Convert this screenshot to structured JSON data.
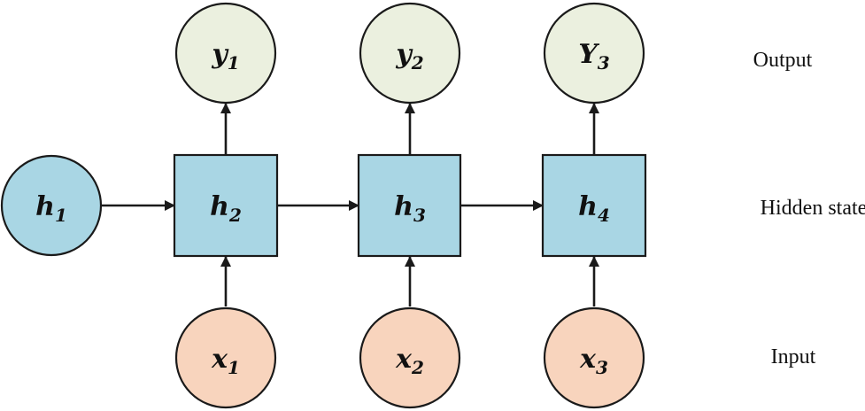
{
  "colors": {
    "output_fill": "#ebf0df",
    "hidden_fill": "#a9d6e4",
    "input_fill": "#f8d4bd",
    "h1_fill": "#a9d6e4",
    "stroke": "#1a1a1a"
  },
  "labels": {
    "output": "Output",
    "hidden": "Hidden state",
    "input": "Input"
  },
  "initial_state": {
    "var": "h",
    "sub": "1"
  },
  "outputs": [
    {
      "var": "y",
      "sub": "1"
    },
    {
      "var": "y",
      "sub": "2"
    },
    {
      "var": "Y",
      "sub": "3"
    }
  ],
  "hidden": [
    {
      "var": "h",
      "sub": "2"
    },
    {
      "var": "h",
      "sub": "3"
    },
    {
      "var": "h",
      "sub": "4"
    }
  ],
  "inputs": [
    {
      "var": "x",
      "sub": "1"
    },
    {
      "var": "x",
      "sub": "2"
    },
    {
      "var": "x",
      "sub": "3"
    }
  ]
}
